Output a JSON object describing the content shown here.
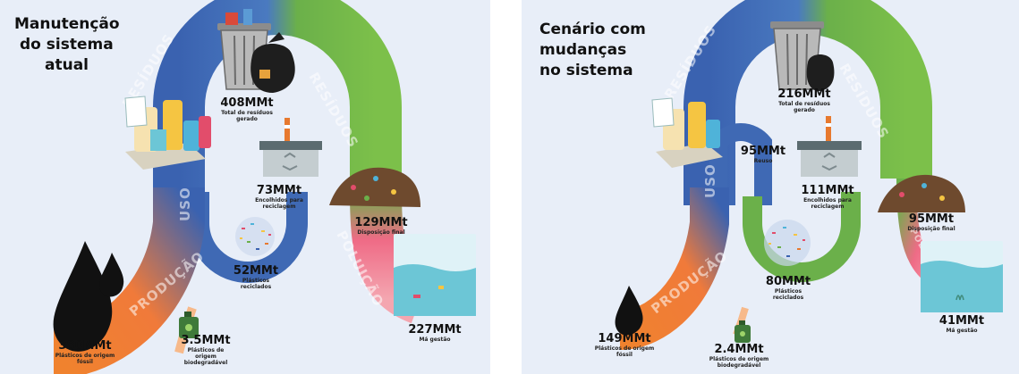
{
  "left": {
    "title_lines": [
      "Manutenção",
      "do sistema",
      "atual"
    ],
    "flow_words": {
      "residuos": "RESÍDUOS",
      "residuos2": "RESÍDUOS",
      "uso": "USO",
      "producao": "PRODUÇÃO",
      "poluicao": "POLUIÇÃO"
    },
    "values": {
      "total": {
        "value": "408MMt",
        "label_lines": [
          "Total de resíduos",
          "gerado"
        ]
      },
      "reciclagem": {
        "value": "73MMt",
        "label_lines": [
          "Encolhidos para",
          "reciclagem"
        ]
      },
      "disposicao": {
        "value": "129MMt",
        "label_lines": [
          "Disposição final"
        ]
      },
      "reciclados": {
        "value": "52MMt",
        "label_lines": [
          "Plásticos reciclados"
        ]
      },
      "ma_gestao": {
        "value": "227MMt",
        "label_lines": [
          "Má gestão"
        ]
      },
      "fossil": {
        "value": "380MMt",
        "label_lines": [
          "Plásticos de origem fóssil"
        ]
      },
      "biodegradavel": {
        "value": "3.5MMt",
        "label_lines": [
          "Plásticos de origem",
          "biodegradável"
        ]
      }
    }
  },
  "right": {
    "title_lines": [
      "Cenário com",
      "mudanças",
      "no sistema"
    ],
    "flow_words": {
      "residuos": "RESÍDUOS",
      "residuos2": "RESÍDUOS",
      "uso": "USO",
      "producao": "PRODUÇÃO",
      "poluicao": "POLUIÇÃO"
    },
    "values": {
      "total": {
        "value": "216MMt",
        "label_lines": [
          "Total de resíduos",
          "gerado"
        ]
      },
      "reuso": {
        "value": "95MMt",
        "label_lines": [
          "Reuso"
        ]
      },
      "reciclagem": {
        "value": "111MMt",
        "label_lines": [
          "Encolhidos para",
          "reciclagem"
        ]
      },
      "disposicao": {
        "value": "95MMt",
        "label_lines": [
          "Disposição final"
        ]
      },
      "reciclados": {
        "value": "80MMt",
        "label_lines": [
          "Plásticos reciclados"
        ]
      },
      "ma_gestao": {
        "value": "41MMt",
        "label_lines": [
          "Má gestão"
        ]
      },
      "fossil": {
        "value": "149MMt",
        "label_lines": [
          "Plásticos de origem fóssil"
        ]
      },
      "biodegradavel": {
        "value": "2.4MMt",
        "label_lines": [
          "Plásticos de origem",
          "biodegradável"
        ]
      }
    }
  },
  "colors": {
    "blue": "#3a62b0",
    "green": "#6bb04a",
    "orange": "#f0822e",
    "pink": "#ef6b86",
    "water": "#6cc6d6",
    "oil": "#111111"
  },
  "icons": [
    "trash-can-icon",
    "garbage-bag-icon",
    "recycling-factory-icon",
    "household-plastics-icon",
    "plastic-confetti-icon",
    "landfill-pile-icon",
    "ocean-tank-icon",
    "oil-drop-icon",
    "bio-jerrycan-icon"
  ]
}
